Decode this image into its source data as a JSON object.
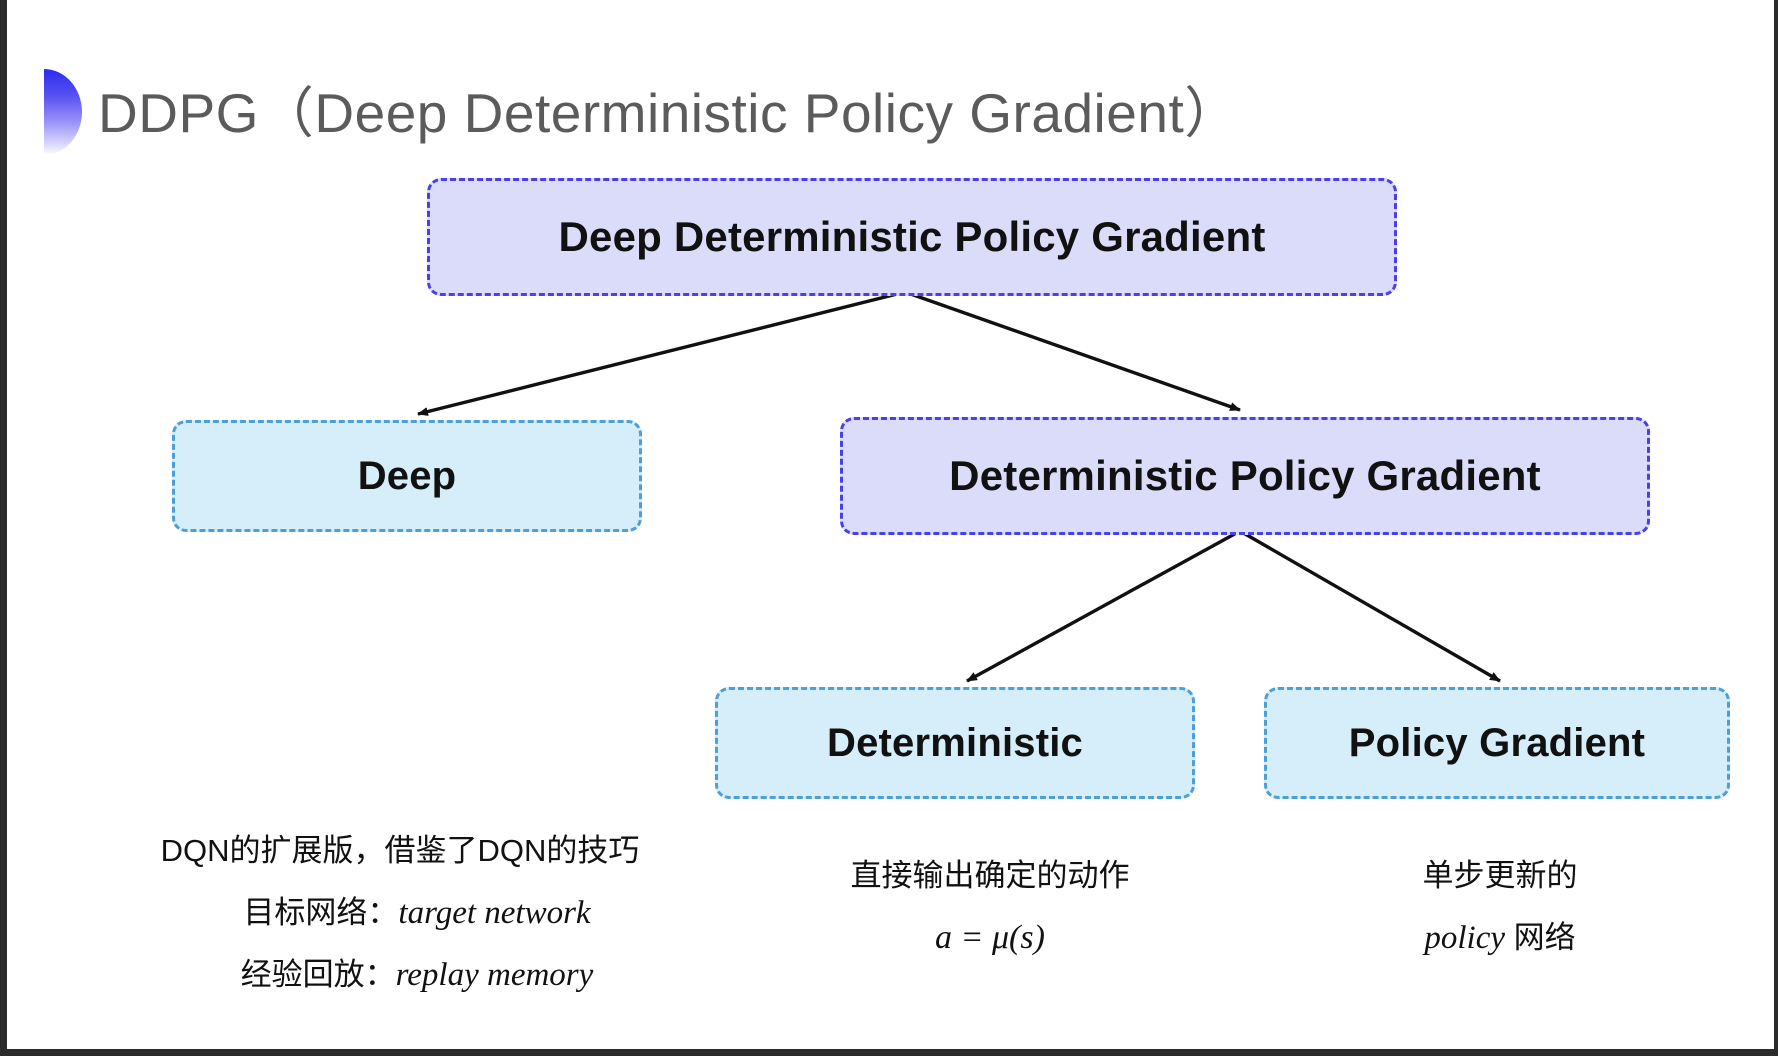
{
  "slide": {
    "title": "DDPG（Deep Deterministic Policy Gradient）",
    "title_color": "#5b5b5b",
    "background": "#ffffff",
    "decoration": "blue-gradient-half-circle"
  },
  "colors": {
    "purple_fill": "#dbdcfa",
    "purple_border": "#4b3fe8",
    "blue_fill": "#d6edfa",
    "blue_border": "#4e9ed8",
    "arrow": "#111111",
    "text": "#111111"
  },
  "diagram": {
    "nodes": [
      {
        "id": "root",
        "label": "Deep Deterministic Policy Gradient",
        "style": "purple"
      },
      {
        "id": "deep",
        "label": "Deep",
        "style": "blue"
      },
      {
        "id": "dpg",
        "label": "Deterministic Policy Gradient",
        "style": "purple"
      },
      {
        "id": "deterministic",
        "label": "Deterministic",
        "style": "blue"
      },
      {
        "id": "policy_gradient",
        "label": "Policy Gradient",
        "style": "blue"
      }
    ],
    "edges": [
      {
        "from": "root",
        "to": "deep"
      },
      {
        "from": "root",
        "to": "dpg"
      },
      {
        "from": "dpg",
        "to": "deterministic"
      },
      {
        "from": "dpg",
        "to": "policy_gradient"
      }
    ]
  },
  "captions": {
    "deep": {
      "line1": "DQN的扩展版，借鉴了DQN的技巧",
      "line2_label": "目标网络：",
      "line2_term": "target network",
      "line3_label": "经验回放：",
      "line3_term": "replay memory"
    },
    "deterministic": {
      "line1": "直接输出确定的动作",
      "formula": "a = μ(s)"
    },
    "policy_gradient": {
      "line1": "单步更新的",
      "line2_term": "policy",
      "line2_suffix": " 网络"
    }
  }
}
